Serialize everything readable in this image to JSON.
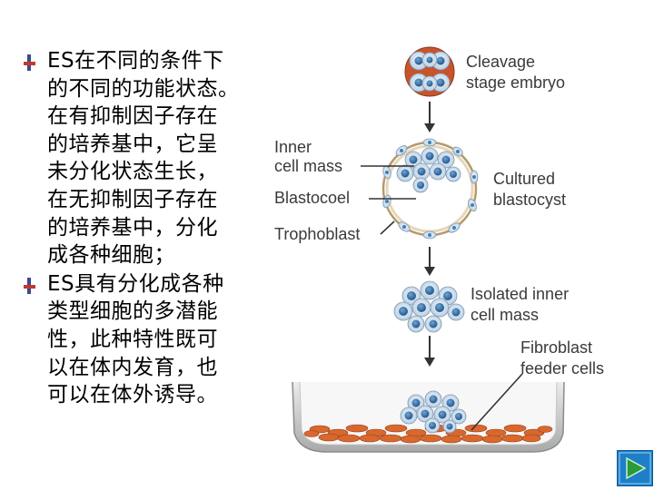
{
  "bullets": [
    {
      "text": "ES在不同的条件下\n的不同的功能状态。\n在有抑制因子存在\n的培养基中，它呈\n未分化状态生长，\n在无抑制因子存在\n的培养基中，分化\n成各种细胞；",
      "icon": "bullet-icon"
    },
    {
      "text": "ES具有分化成各种\n类型细胞的多潜能\n性，此种特性既可\n以在体内发育，也\n可以在体外诱导。",
      "icon": "bullet-icon"
    }
  ],
  "diagram": {
    "labels": {
      "cleavage_1": "Cleavage",
      "cleavage_2": "stage embryo",
      "inner_1": "Inner",
      "inner_2": "cell mass",
      "blastocoel": "Blastocoel",
      "trophoblast": "Trophoblast",
      "cultured_1": "Cultured",
      "cultured_2": "blastocyst",
      "isolated_1": "Isolated inner",
      "isolated_2": "cell mass",
      "fibro_1": "Fibroblast",
      "fibro_2": "feeder cells"
    },
    "colors": {
      "nucleus": "#3f7fb9",
      "cell": "#dce8f3",
      "embryo_bg": "#c9532c",
      "feeder": "#d8682e",
      "dish": "#b9b9b9"
    }
  },
  "nav": {
    "icon": "next-slide-icon"
  }
}
